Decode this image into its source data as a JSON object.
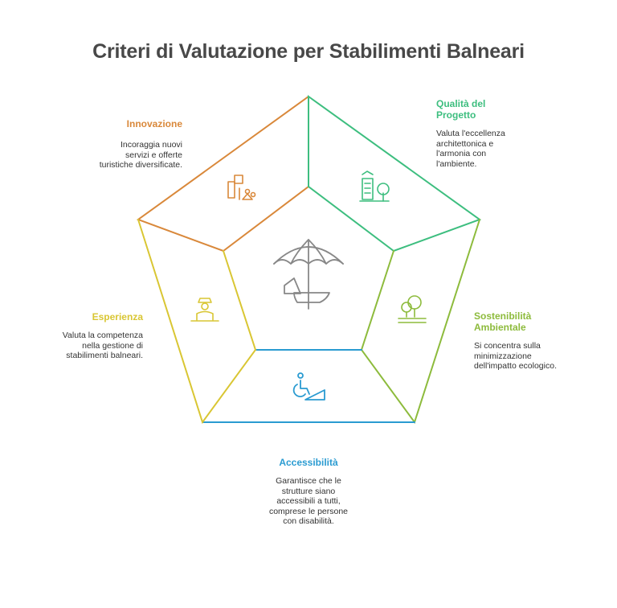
{
  "title": "Criteri di Valutazione per Stabilimenti Balneari",
  "colors": {
    "innovazione": "#D9883A",
    "qualita": "#3DBE7F",
    "sostenibilita": "#8DBB3C",
    "accessibilita": "#2A9BD1",
    "esperienza": "#D9C633",
    "center": "#888888"
  },
  "segments": {
    "innovazione": {
      "label": "Innovazione",
      "desc": [
        "Incoraggia nuovi",
        "servizi e offerte",
        "turistiche diversificate."
      ],
      "icon": "tools-icon"
    },
    "qualita": {
      "label": [
        "Qualità del",
        "Progetto"
      ],
      "desc": [
        "Valuta l'eccellenza",
        "architettonica e",
        "l'armonia con",
        "l'ambiente."
      ],
      "icon": "building-tree-icon"
    },
    "sostenibilita": {
      "label": [
        "Sostenibilità",
        "Ambientale"
      ],
      "desc": [
        "Si concentra sulla",
        "minimizzazione",
        "dell'impatto ecologico."
      ],
      "icon": "trees-icon"
    },
    "accessibilita": {
      "label": "Accessibilità",
      "desc": [
        "Garantisce che le",
        "strutture siano",
        "accessibili a tutti,",
        "comprese le persone",
        "con disabilità."
      ],
      "icon": "wheelchair-ramp-icon"
    },
    "esperienza": {
      "label": "Esperienza",
      "desc": [
        "Valuta la competenza",
        "nella gestione di",
        "stabilimenti balneari."
      ],
      "icon": "worker-icon"
    }
  },
  "center_icon": "beach-umbrella-icon"
}
